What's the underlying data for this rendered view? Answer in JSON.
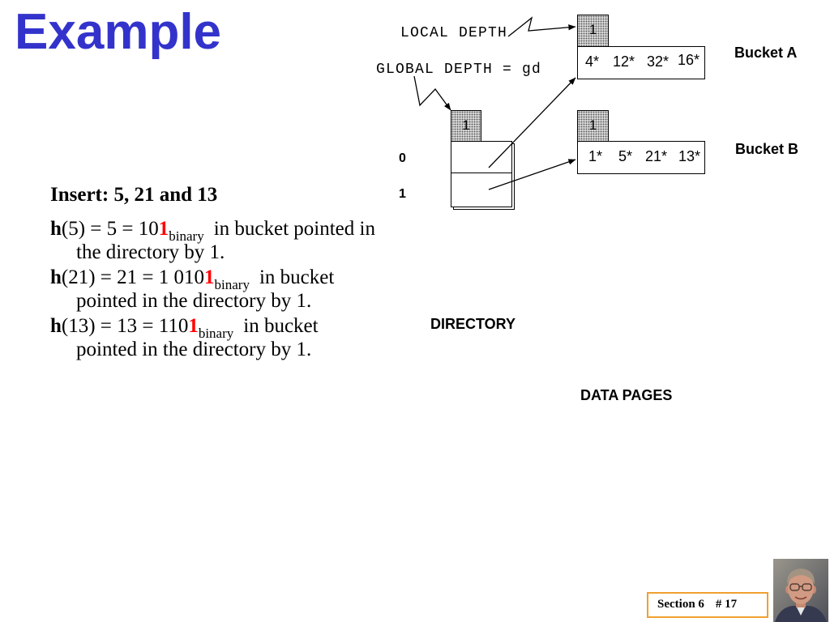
{
  "slide": {
    "title": "Example",
    "footer": {
      "section": "Section 6",
      "page": "# 17"
    }
  },
  "body": {
    "heading": "Insert: 5, 21 and 13",
    "hash_lines": [
      {
        "fn": "h",
        "expr": "(5) = 5 = 10",
        "bit": "1",
        "sub": "binary",
        "tail": "in bucket pointed in",
        "cont": "the directory by 1."
      },
      {
        "fn": "h",
        "expr": "(21) = 21 = 1 010",
        "bit": "1",
        "sub": "binary",
        "tail": "in bucket",
        "cont": "pointed in the directory by 1."
      },
      {
        "fn": "h",
        "expr": "(13) = 13 = 110",
        "bit": "1",
        "sub": "binary",
        "tail": "in bucket",
        "cont": "pointed in the directory by 1."
      }
    ]
  },
  "diagram": {
    "local_depth_label": "LOCAL DEPTH",
    "global_depth_label": "GLOBAL DEPTH = gd",
    "global_depth": "1",
    "directory": {
      "label": "DIRECTORY",
      "indices": [
        "0",
        "1"
      ]
    },
    "data_pages_label": "DATA PAGES",
    "buckets": [
      {
        "name": "Bucket A",
        "local_depth": "1",
        "entries": [
          "4*",
          "12*",
          "32*",
          "16*"
        ]
      },
      {
        "name": "Bucket B",
        "local_depth": "1",
        "entries": [
          "1*",
          "5*",
          "21*",
          "13*"
        ]
      }
    ],
    "pointers": [
      {
        "dir_slot": 0,
        "bucket": 0
      },
      {
        "dir_slot": 1,
        "bucket": 1
      }
    ]
  },
  "icons": {
    "photo": "presenter-photo"
  },
  "colors": {
    "title": "#3333cc",
    "highlight_bit": "#ff0000",
    "footer_border": "#f0a030",
    "depth_fill": "#d8d8d8"
  }
}
